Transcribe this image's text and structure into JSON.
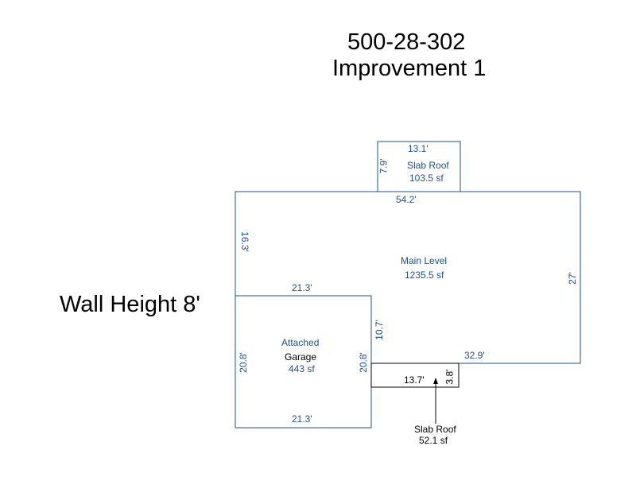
{
  "title": {
    "parcel": "500-28-302",
    "improvement": "Improvement 1"
  },
  "wall_height": "Wall Height 8'",
  "main_level": {
    "label": "Main Level",
    "area": "1235.5 sf",
    "dims": {
      "top": "54.2'",
      "left": "16.3'",
      "right": "27'",
      "bottom": "32.9'",
      "step": "10.7'"
    }
  },
  "slab_top": {
    "label": "Slab Roof",
    "area": "103.5 sf",
    "width": "13.1'",
    "height": "7.9'"
  },
  "garage": {
    "label_line1": "Attached",
    "label_line2": "Garage",
    "area": "443 sf",
    "dims": {
      "top": "21.3'",
      "bottom": "21.3'",
      "left": "20.8'",
      "right": "20.8'"
    }
  },
  "slab_bottom": {
    "label": "Slab Roof",
    "area": "52.1 sf",
    "width": "13.7'",
    "height": "3.8'"
  },
  "colors": {
    "outline": "#1f4f8f",
    "label": "#1f4f8f",
    "text": "#000000"
  }
}
